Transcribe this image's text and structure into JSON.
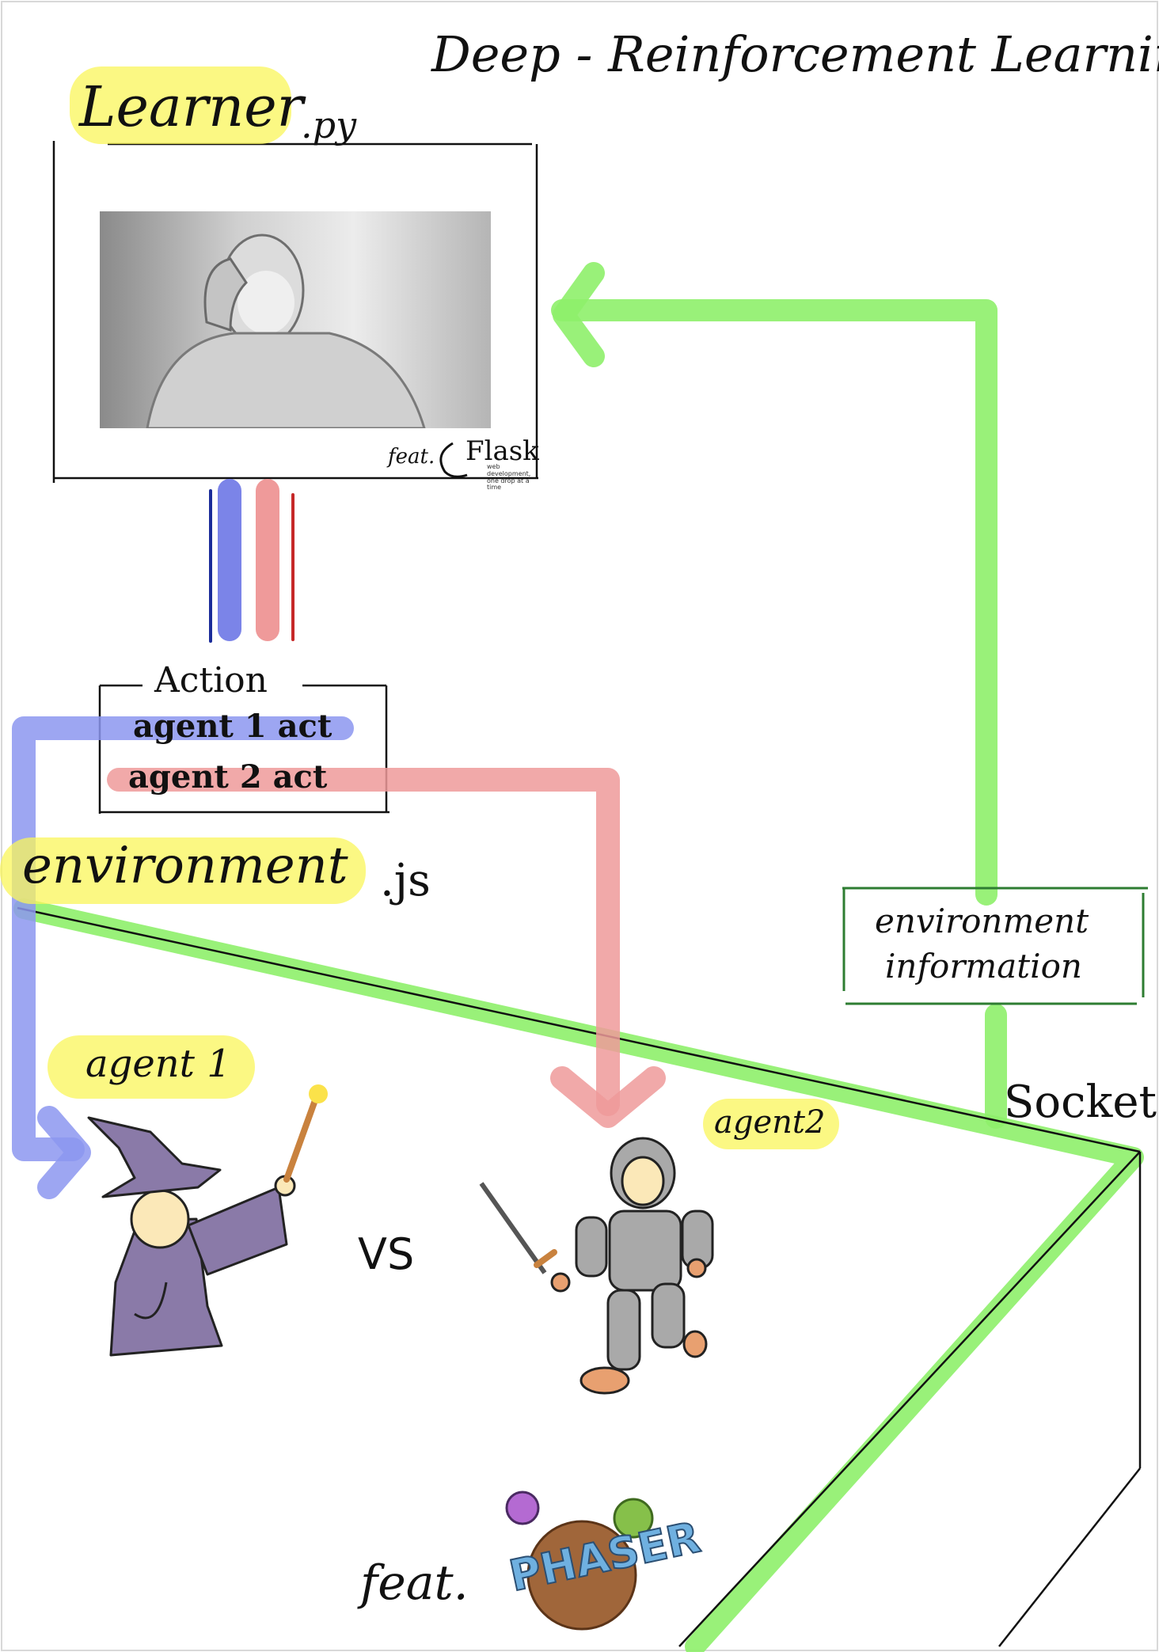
{
  "title": "Deep - Reinforcement Learning",
  "learner": {
    "name": "Learner",
    "ext": ".py",
    "feat_label": "feat.",
    "framework": "Flask",
    "framework_tagline": "web development, one drop at a time"
  },
  "action": {
    "title": "Action",
    "agent1": "agent 1  act",
    "agent2": "agent 2 act"
  },
  "environment": {
    "name": "environment",
    "ext": ".js",
    "feat_label": "feat.",
    "framework": "PHASER"
  },
  "env_info": {
    "line1": "environment",
    "line2": "information"
  },
  "socket": "Socket",
  "agents": {
    "agent1": "agent 1",
    "agent2": "agent2",
    "vs": "VS"
  },
  "colors": {
    "green": "#8ef06a",
    "blue": "#8c96f0",
    "red": "#ef9a9a",
    "highlight": "#faf55a",
    "wizard": "#8a7aa8",
    "knight": "#a9a9a9",
    "skin": "#fbe8b8"
  }
}
